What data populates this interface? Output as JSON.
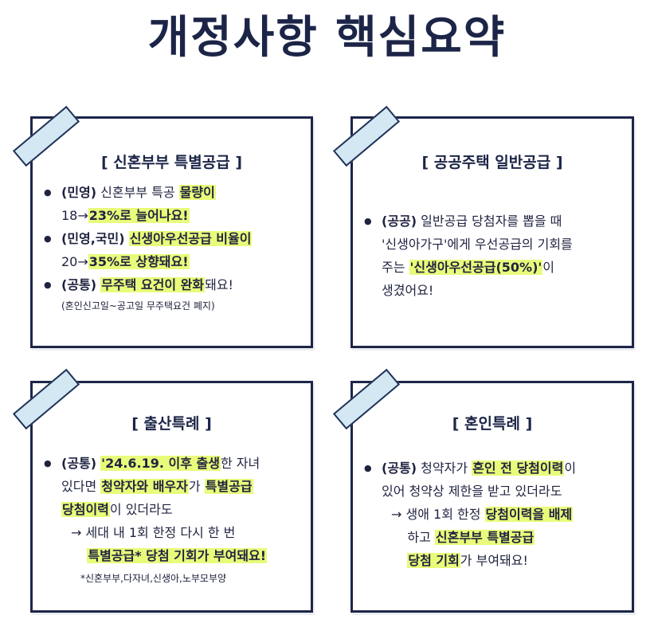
{
  "title": "개정사항 핵심요약",
  "cards": [
    {
      "header": "[  신혼부부 특별공급  ]",
      "bullets": [
        {
          "lines": [
            [
              {
                "t": "(민영)",
                "c": "b"
              },
              {
                "t": " 신혼부부 특공 "
              },
              {
                "t": "물량이",
                "c": "hl"
              }
            ],
            [
              {
                "t": "18→"
              },
              {
                "t": "23%로 늘어나요!",
                "c": "hl"
              }
            ]
          ]
        },
        {
          "lines": [
            [
              {
                "t": "(민영,국민)",
                "c": "b"
              },
              {
                "t": " "
              },
              {
                "t": "신생아우선공급 비율이",
                "c": "hl"
              }
            ],
            [
              {
                "t": "20→"
              },
              {
                "t": "35%로 상향돼요!",
                "c": "hl"
              }
            ]
          ]
        },
        {
          "lines": [
            [
              {
                "t": "(공통)",
                "c": "b"
              },
              {
                "t": " "
              },
              {
                "t": "무주택 요건이 완화",
                "c": "hl"
              },
              {
                "t": "돼요!"
              }
            ]
          ]
        }
      ],
      "note": "(혼인신고일~공고일 무주택요건 폐지)"
    },
    {
      "header": "[  공공주택 일반공급  ]",
      "bullets": [
        {
          "lines": [
            [
              {
                "t": "(공공)",
                "c": "b"
              },
              {
                "t": " 일반공급 당첨자를 뽑을 때"
              }
            ],
            [
              {
                "t": "'신생아가구'에게 우선공급의 기회를"
              }
            ],
            [
              {
                "t": "주는 "
              },
              {
                "t": "'신생아우선공급(50%)'",
                "c": "hl"
              },
              {
                "t": "이"
              }
            ],
            [
              {
                "t": "생겼어요!"
              }
            ]
          ]
        }
      ]
    },
    {
      "header": "[  출산특례  ]",
      "bullets": [
        {
          "lines": [
            [
              {
                "t": "(공통)",
                "c": "b"
              },
              {
                "t": " "
              },
              {
                "t": "'24.6.19. 이후 출생",
                "c": "hl"
              },
              {
                "t": "한 자녀"
              }
            ],
            [
              {
                "t": "있다면 "
              },
              {
                "t": "청약자와 배우자",
                "c": "hl"
              },
              {
                "t": "가 "
              },
              {
                "t": "특별공급",
                "c": "hl"
              }
            ],
            [
              {
                "t": "당첨이력",
                "c": "hl"
              },
              {
                "t": "이 있더라도"
              }
            ]
          ]
        }
      ],
      "arrow_lines": [
        [
          {
            "t": "→ 세대 내 1회 한정 다시 한 번"
          }
        ],
        [
          {
            "t": "    "
          },
          {
            "t": "특별공급* 당첨 기회가 부여돼요!",
            "c": "hl"
          }
        ]
      ],
      "note": "*신혼부부,다자녀,신생아,노부모부양"
    },
    {
      "header": "[  혼인특례  ]",
      "bullets": [
        {
          "lines": [
            [
              {
                "t": "(공통)",
                "c": "b"
              },
              {
                "t": " 청약자가 "
              },
              {
                "t": "혼인 전  당첨이력",
                "c": "hl"
              },
              {
                "t": "이"
              }
            ],
            [
              {
                "t": "있어 청약상 제한을 받고 있더라도"
              }
            ]
          ]
        }
      ],
      "arrow_lines": [
        [
          {
            "t": "→ 생애 1회 한정 "
          },
          {
            "t": "당첨이력을 배제",
            "c": "hl"
          }
        ],
        [
          {
            "t": "    하고 "
          },
          {
            "t": "신혼부부 특별공급",
            "c": "hl"
          }
        ],
        [
          {
            "t": "    "
          },
          {
            "t": "당첨 기회",
            "c": "hl"
          },
          {
            "t": "가 부여돼요!"
          }
        ]
      ]
    }
  ],
  "colors": {
    "navy": "#1c2547",
    "highlight": "#e9fb7a",
    "tape": "#d3e8f2"
  }
}
